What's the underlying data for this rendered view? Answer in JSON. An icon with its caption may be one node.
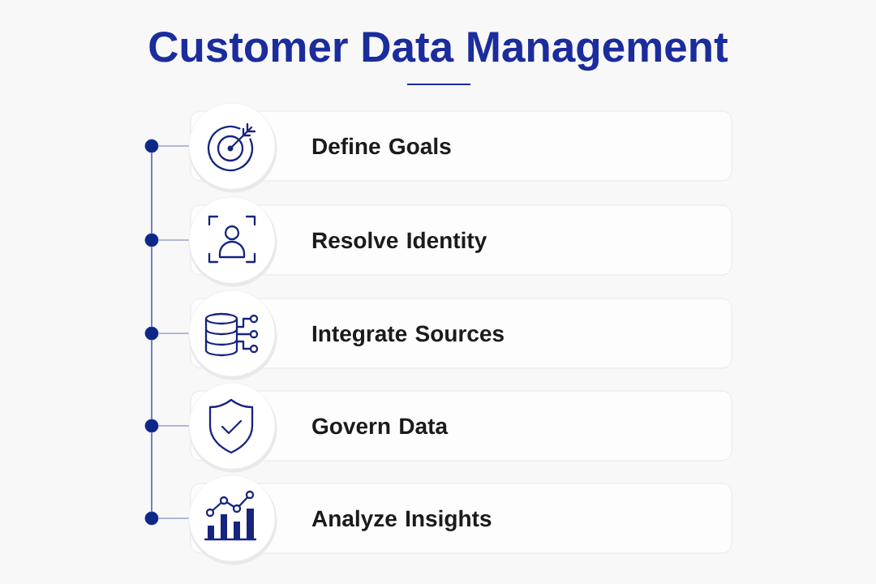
{
  "diagram": {
    "title": "Customer Data Management",
    "nodes": [
      {
        "text": [
          "Define Goals"
        ]
      },
      {
        "text": [
          "Resolve Identity"
        ]
      },
      {
        "text": [
          "Integrate Sources"
        ]
      },
      {
        "text": [
          "Govern Data"
        ]
      },
      {
        "text": [
          "Analyze Insights"
        ]
      },
      {
        "text": [],
        "shape": "circle"
      },
      {
        "text": [],
        "shape": "circle"
      },
      {
        "text": [],
        "shape": "circle"
      },
      {
        "text": [],
        "shape": "circle"
      },
      {
        "text": [],
        "shape": "circle"
      },
      {
        "text": [],
        "shape": "circle"
      },
      {
        "text": [],
        "shape": "circle"
      },
      {
        "text": [],
        "shape": "circle"
      },
      {
        "text": [],
        "shape": "circle"
      },
      {
        "text": [],
        "shape": "circle"
      }
    ],
    "edges": [
      {
        "from": 10,
        "to": 5,
        "arrow": "none"
      },
      {
        "from": 11,
        "to": 6,
        "arrow": "none"
      },
      {
        "from": 12,
        "to": 7,
        "arrow": "none"
      },
      {
        "from": 13,
        "to": 8,
        "arrow": "none"
      },
      {
        "from": 14,
        "to": 9,
        "arrow": "none"
      },
      {
        "from": 10,
        "to": 11,
        "arrow": "none",
        "color": "#3d4ca6"
      },
      {
        "from": 11,
        "to": 12,
        "arrow": "none",
        "color": "#3d4ca6"
      },
      {
        "from": 12,
        "to": 13,
        "arrow": "none",
        "color": "#3d4ca6"
      },
      {
        "from": 13,
        "to": 14,
        "arrow": "none",
        "color": "#3d4ca6"
      }
    ]
  }
}
